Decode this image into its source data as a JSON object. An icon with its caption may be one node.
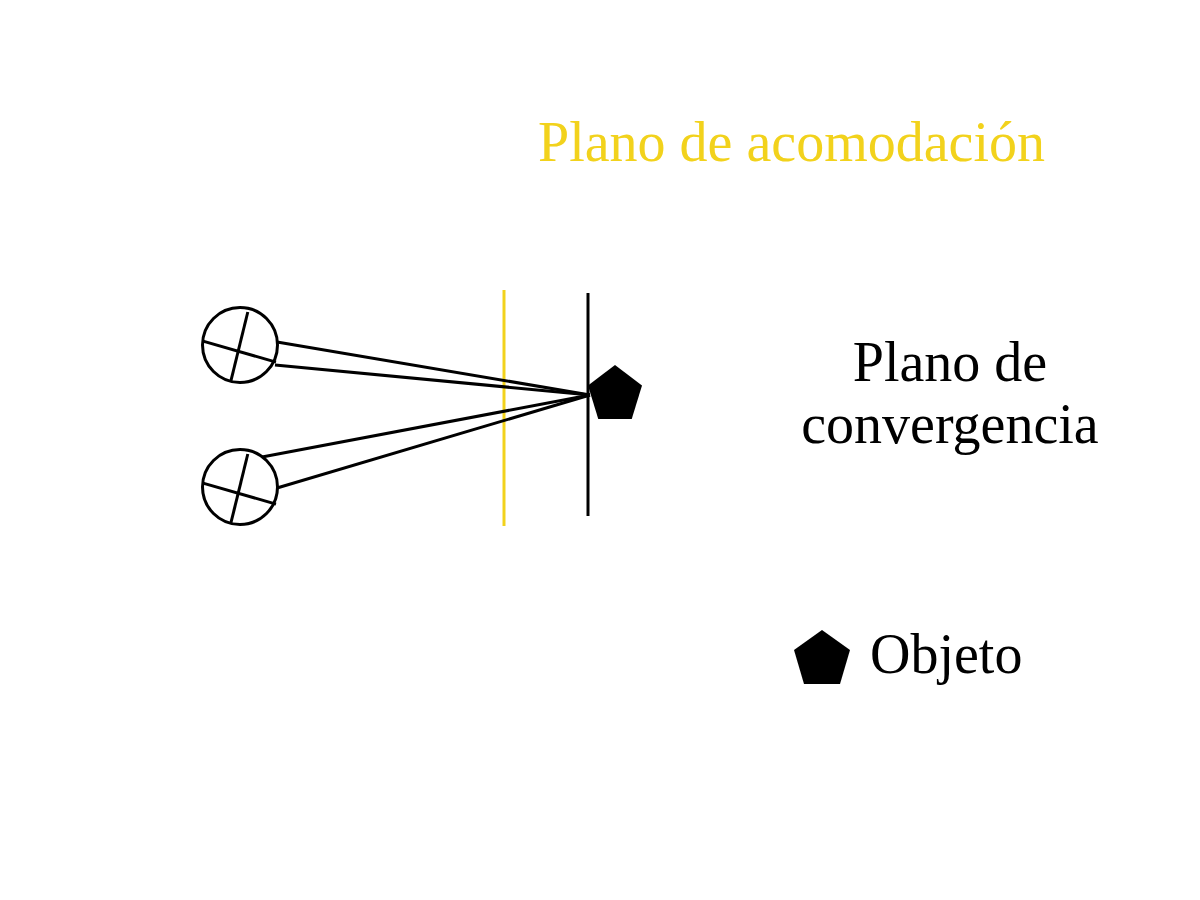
{
  "diagram": {
    "nodes": [
      {
        "text": [],
        "shape": "circle"
      },
      {
        "text": [],
        "shape": "circle"
      },
      {
        "text": [],
        "shape": "pentagon"
      }
    ],
    "edges": [
      {
        "from": 0,
        "to": 2,
        "arrow": "none"
      },
      {
        "from": 0,
        "to": 2,
        "arrow": "none"
      },
      {
        "from": 1,
        "to": 2,
        "arrow": "none"
      },
      {
        "from": 1,
        "to": 2,
        "arrow": "none"
      }
    ],
    "labels": [
      "Plano de acomodación",
      "Plano de convergencia"
    ],
    "legend": [
      {
        "text": "Objeto"
      }
    ]
  }
}
